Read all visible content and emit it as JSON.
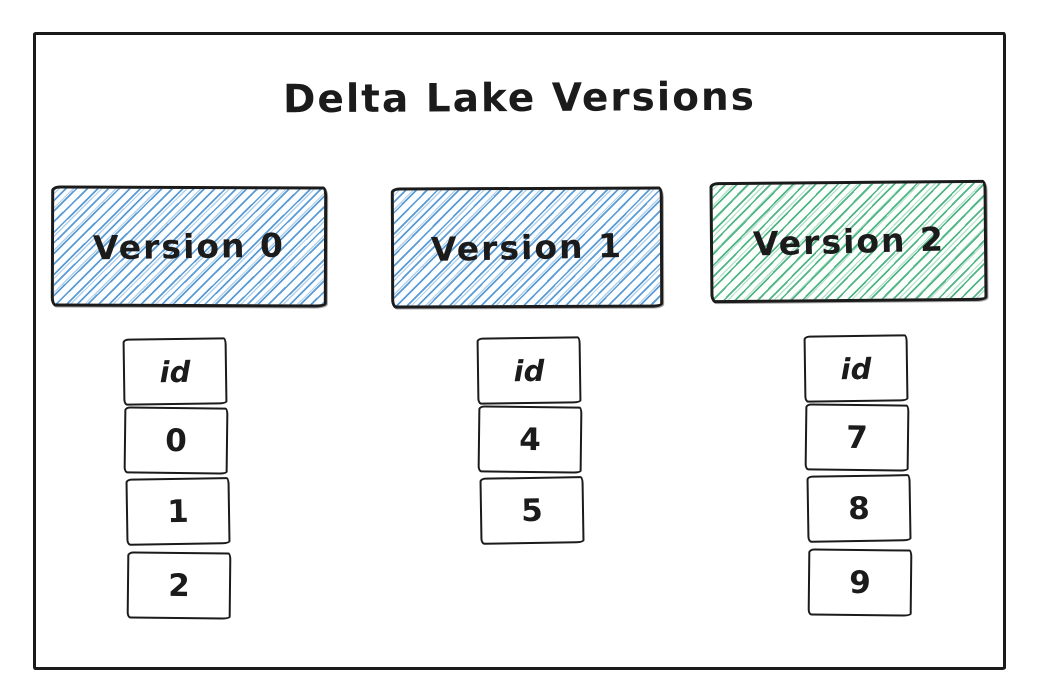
{
  "diagram": {
    "title": "Delta Lake Versions"
  },
  "colors": {
    "blue_hatch": "#5b9bd5",
    "green_hatch": "#4fb585",
    "gray_hatch": "#d2d2d2",
    "stroke": "#1b1b1b"
  },
  "versions": [
    {
      "label": "Version 0",
      "fill": "blue",
      "table": {
        "header": "id",
        "rows": [
          "0",
          "1",
          "2"
        ]
      }
    },
    {
      "label": "Version 1",
      "fill": "blue",
      "table": {
        "header": "id",
        "rows": [
          "4",
          "5"
        ]
      }
    },
    {
      "label": "Version 2",
      "fill": "green",
      "table": {
        "header": "id",
        "rows": [
          "7",
          "8",
          "9"
        ]
      }
    }
  ]
}
